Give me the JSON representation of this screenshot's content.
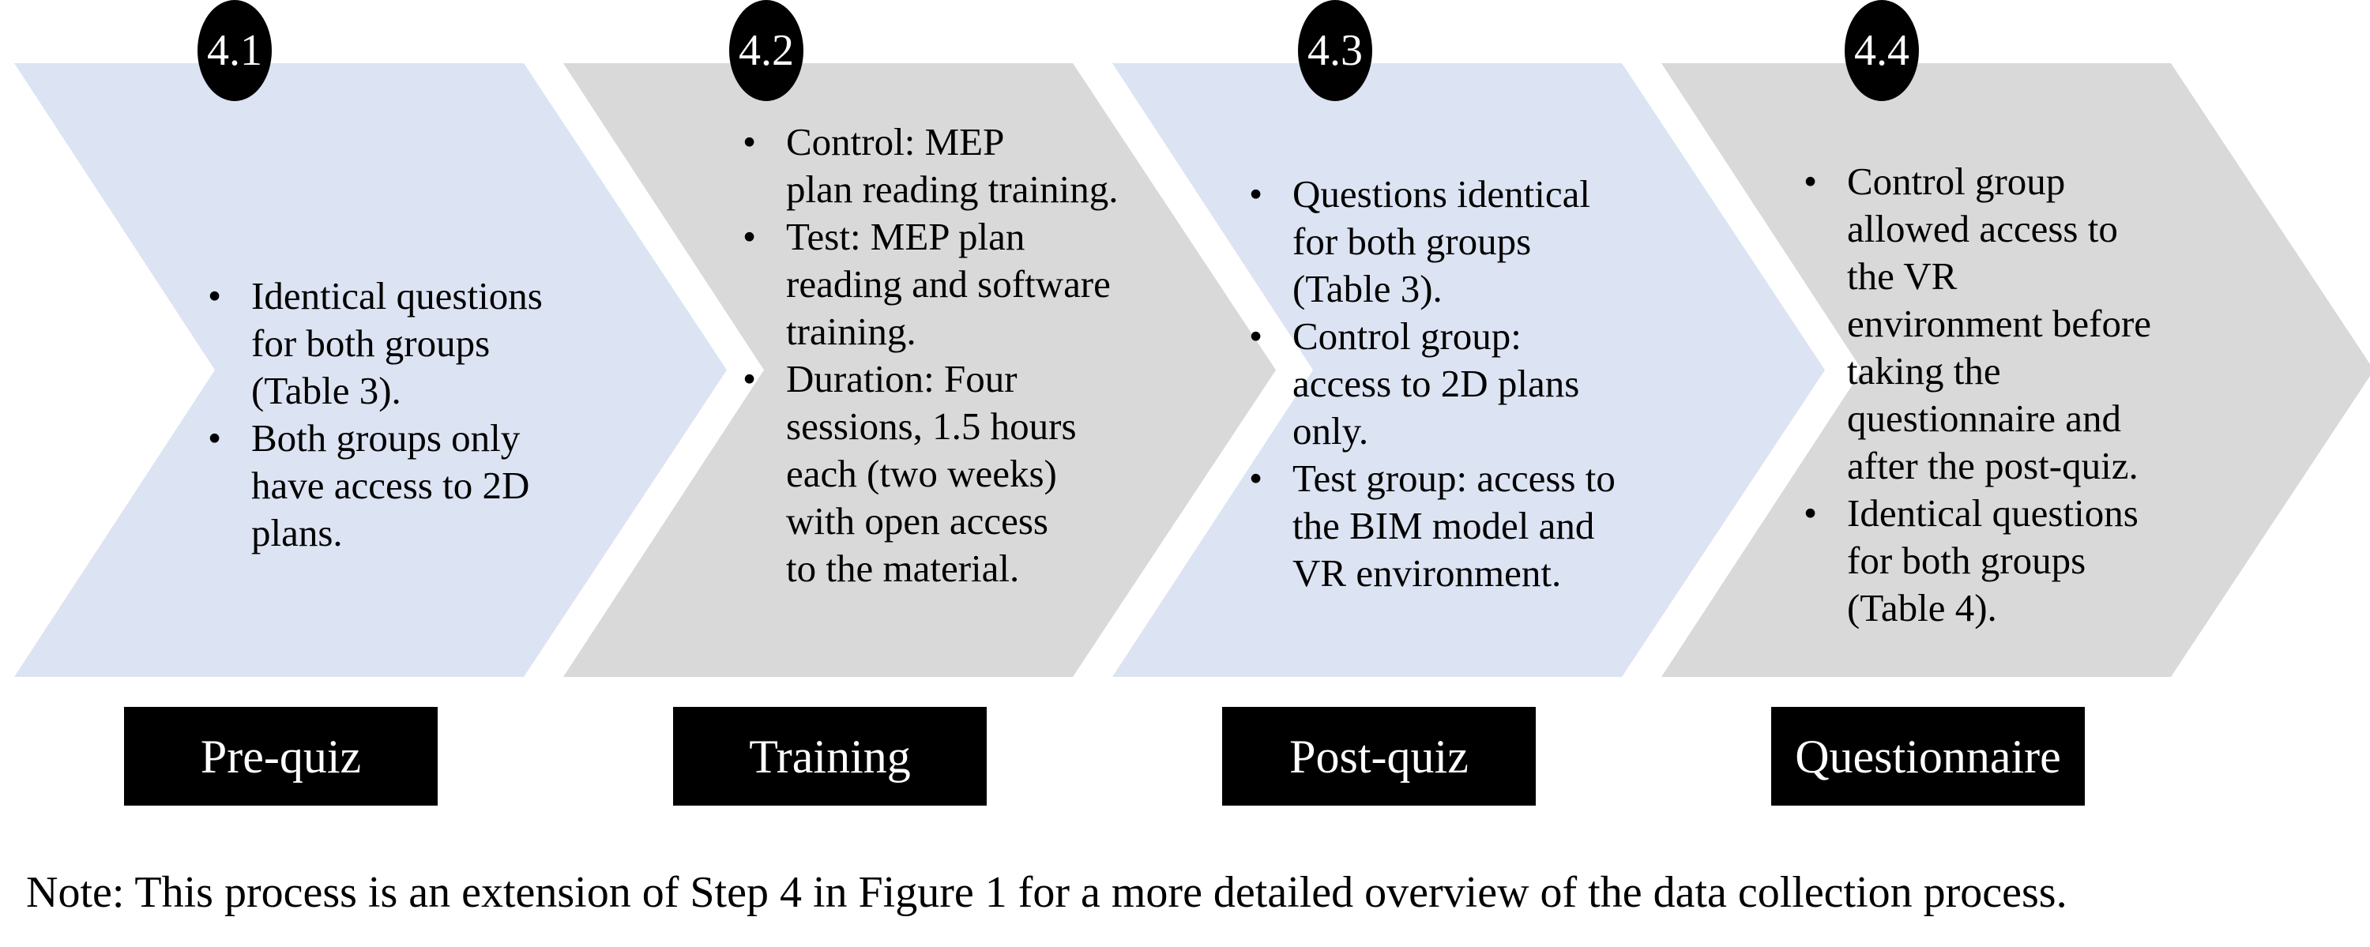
{
  "figure": {
    "bullet_char": "•",
    "note": "Note: This process is an extension of Step 4 in Figure 1 for a more detailed overview of the data collection process.",
    "colors": {
      "step_blue": "#dce3f2",
      "step_gray": "#d9d9d9",
      "badge_black": "#000000",
      "label_text": "#ffffff",
      "body_text": "#000000"
    }
  },
  "steps": [
    {
      "number": "4.1",
      "label": "Pre-quiz",
      "shape_color": "#dce3f2",
      "bullets": [
        {
          "lines": [
            "Identical questions",
            "for both groups",
            "(Table 3)."
          ]
        },
        {
          "lines": [
            "Both groups only",
            "have access to 2D",
            "plans."
          ]
        }
      ]
    },
    {
      "number": "4.2",
      "label": "Training",
      "shape_color": "#d9d9d9",
      "bullets": [
        {
          "lines": [
            "Control: MEP",
            "plan reading training."
          ]
        },
        {
          "lines": [
            "Test: MEP plan",
            "reading and software",
            "training."
          ]
        },
        {
          "lines": [
            "Duration: Four",
            "sessions, 1.5 hours",
            "each (two weeks)",
            "with open access",
            "to the material."
          ]
        }
      ]
    },
    {
      "number": "4.3",
      "label": "Post-quiz",
      "shape_color": "#dce3f2",
      "bullets": [
        {
          "lines": [
            "Questions identical",
            "for both groups",
            "(Table 3)."
          ]
        },
        {
          "lines": [
            "Control group:",
            "access to 2D plans",
            "only."
          ]
        },
        {
          "lines": [
            "Test group: access to",
            "the BIM model and",
            "VR environment."
          ]
        }
      ]
    },
    {
      "number": "4.4",
      "label": "Questionnaire",
      "shape_color": "#d9d9d9",
      "bullets": [
        {
          "lines": [
            "Control group",
            "allowed access to",
            "the VR",
            "environment before",
            "taking the",
            "questionnaire and",
            "after the post-quiz."
          ]
        },
        {
          "lines": [
            "Identical questions",
            "for both groups",
            "(Table 4)."
          ]
        }
      ]
    }
  ]
}
